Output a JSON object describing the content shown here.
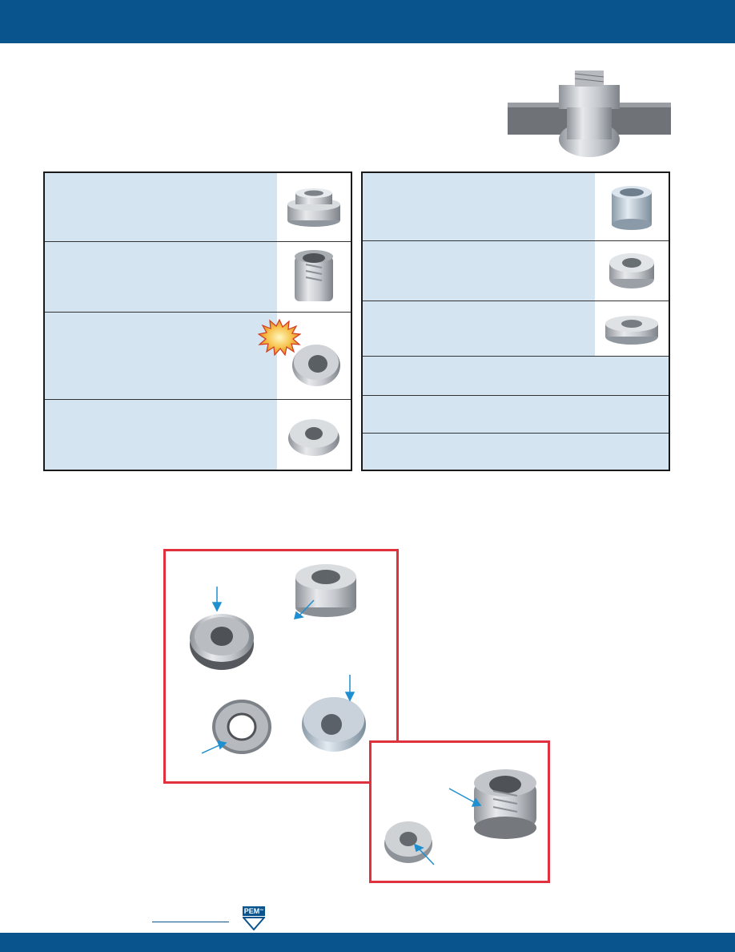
{
  "header": {
    "band_color": "#0a548e"
  },
  "hero": {
    "image": "installed-self-clinching-nut-cross-section"
  },
  "table_left": {
    "rows": [
      {
        "image": "knurled-nut-photo"
      },
      {
        "image": "tall-nut-photo"
      },
      {
        "image": "flush-nut-photo",
        "badge": "starburst"
      },
      {
        "image": "hex-locking-nut-photo"
      }
    ]
  },
  "table_right": {
    "rows": [
      {
        "image": "blue-zinc-nut-photo"
      },
      {
        "image": "stainless-nut-photo"
      },
      {
        "image": "low-profile-nut-photo"
      },
      {
        "image": ""
      },
      {
        "image": ""
      },
      {
        "image": ""
      }
    ]
  },
  "photo_boxes": {
    "box_a": {
      "images": [
        "marked-nut-front",
        "knurled-nut-side",
        "washer-nut-top",
        "angled-nut-side"
      ]
    },
    "box_b": {
      "images": [
        "small-nut-marked",
        "tall-nut-marked"
      ]
    }
  },
  "footer": {
    "logo_text": "PEM",
    "trademark": "™"
  },
  "colors": {
    "accent": "#0a548e",
    "table_fill": "#d4e4f1",
    "box_border": "#e0313f",
    "arrow": "#1f8fd0"
  }
}
